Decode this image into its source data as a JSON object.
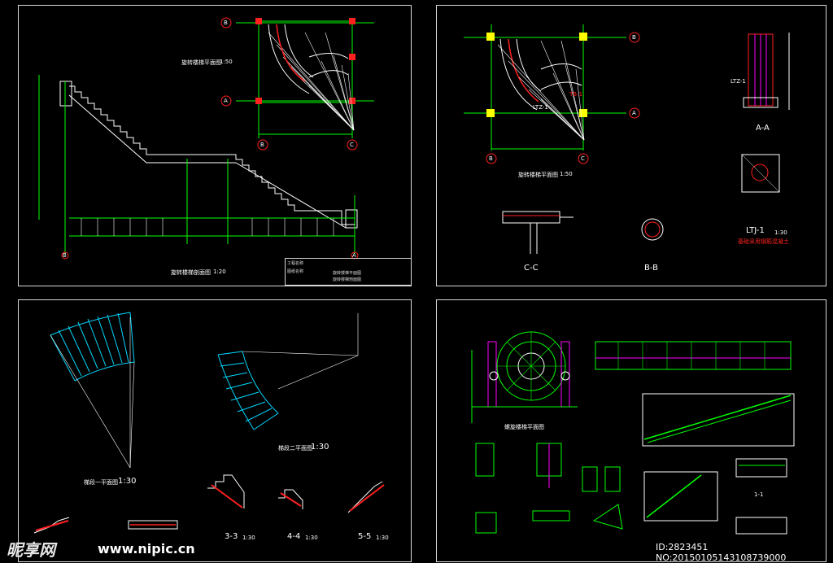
{
  "panel1": {
    "plan_title": "旋转楼梯平面图",
    "plan_scale": "1:50",
    "section_title": "旋转楼梯剖面图",
    "section_scale": "1:20",
    "axes": [
      "B",
      "A",
      "B",
      "C",
      "B",
      "A"
    ],
    "title_block": [
      "工程名称",
      "图纸名称",
      "旋转楼梯平面图",
      "旋转楼梯剖面图"
    ]
  },
  "panel2": {
    "plan_title": "旋转楼梯平面图",
    "plan_scale": "1:50",
    "axes": [
      "B",
      "A",
      "B",
      "C"
    ],
    "tags": [
      "LTZ-1",
      "TB-1"
    ],
    "section_cc": "C-C",
    "section_bb": "B-B",
    "section_aa": "A-A",
    "ltz_label": "LTZ-1",
    "ltj_label": "LTJ-1",
    "ltj_scale": "1:30",
    "red_note": "基础采用钢筋混凝土"
  },
  "panel3": {
    "plan1_title": "梯段一平面图",
    "plan1_scale": "1:30",
    "plan2_title": "梯段二平面图",
    "plan2_scale": "1:30",
    "sections": [
      {
        "label": "3-3",
        "scale": "1:30"
      },
      {
        "label": "4-4",
        "scale": "1:30"
      },
      {
        "label": "5-5",
        "scale": "1:30"
      }
    ]
  },
  "panel4": {
    "plan_title": "螺旋楼梯平面图",
    "section_label": "1-1"
  },
  "watermark": {
    "logo": "昵享网",
    "url": "www.nipic.cn",
    "id_line": "ID:2823451 NO:20150105143108739000"
  },
  "colors": {
    "background": "#000000",
    "frame": "#d8d8d8",
    "grid": "#00ff00",
    "stair": "#ffffff",
    "accent_red": "#ff2020",
    "cyan": "#00d8ff",
    "magenta": "#ff00ff",
    "yellow": "#ffff00"
  }
}
